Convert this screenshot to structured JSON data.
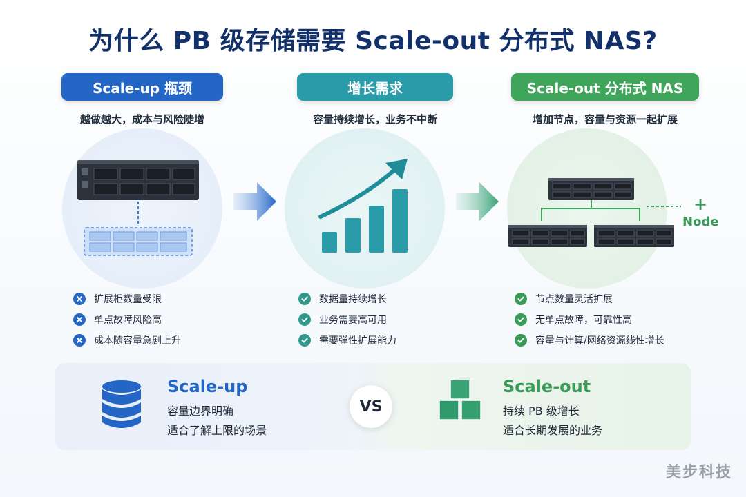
{
  "title": "为什么 PB 级存储需要 Scale-out 分布式 NAS?",
  "columns": [
    {
      "label": "Scale-up 瓶颈",
      "subtitle": "越做越大，成本与风险陡增",
      "items": [
        "扩展柜数量受限",
        "单点故障风险高",
        "成本随容量急剧上升"
      ]
    },
    {
      "label": "增长需求",
      "subtitle": "容量持续增长，业务不中断",
      "items": [
        "数据量持续增长",
        "业务需要高可用",
        "需要弹性扩展能力"
      ]
    },
    {
      "label": "Scale-out 分布式 NAS",
      "subtitle": "增加节点，容量与资源一起扩展",
      "items": [
        "节点数量灵活扩展",
        "无单点故障，可靠性高",
        "容量与计算/网络资源线性增长"
      ]
    }
  ],
  "node": {
    "plus": "+",
    "label": "Node"
  },
  "growth_chart": {
    "bars": [
      0.3,
      0.5,
      0.68,
      0.92
    ]
  },
  "comparison": {
    "left": {
      "title": "Scale-up",
      "line1": "容量边界明确",
      "line2": "适合了解上限的场景"
    },
    "vs": "VS",
    "right": {
      "title": "Scale-out",
      "line1": "持续 PB 级增长",
      "line2": "适合长期发展的业务"
    }
  },
  "watermark": "美步科技",
  "colors": {
    "navy": "#12306a",
    "blue": "#2466c6",
    "teal": "#2a9ba8",
    "green": "#3fa55b"
  }
}
